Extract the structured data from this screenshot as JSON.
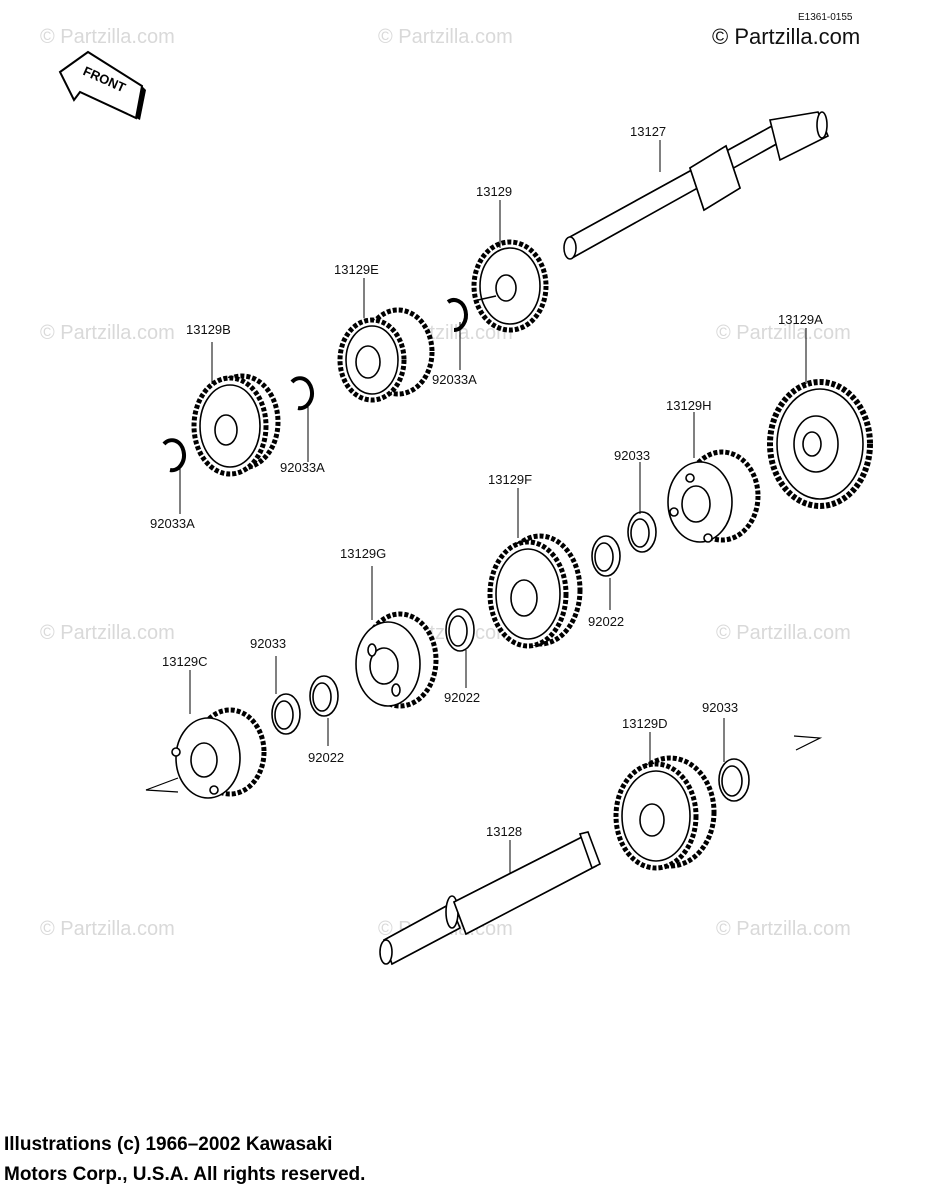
{
  "reference_code": "E1361-0155",
  "brand": "© Partzilla.com",
  "front_tag": "FRONT",
  "watermark": "© Partzilla.com",
  "copyright_lines": [
    "Illustrations (c) 1966–2002 Kawasaki",
    "Motors Corp., U.S.A.  All rights reserved."
  ],
  "callouts": {
    "p13127": "13127",
    "p13129": "13129",
    "p13129E": "13129E",
    "p13129B": "13129B",
    "p92033A_1": "92033A",
    "p92033A_2": "92033A",
    "p92033A_3": "92033A",
    "p13129A": "13129A",
    "p13129H": "13129H",
    "p92033_1": "92033",
    "p13129F": "13129F",
    "p92022_1": "92022",
    "p13129G": "13129G",
    "p92033_2": "92033",
    "p92022_2": "92022",
    "p13129C": "13129C",
    "p92022_3": "92022",
    "p13129D": "13129D",
    "p92033_3": "92033",
    "p13128": "13128"
  }
}
